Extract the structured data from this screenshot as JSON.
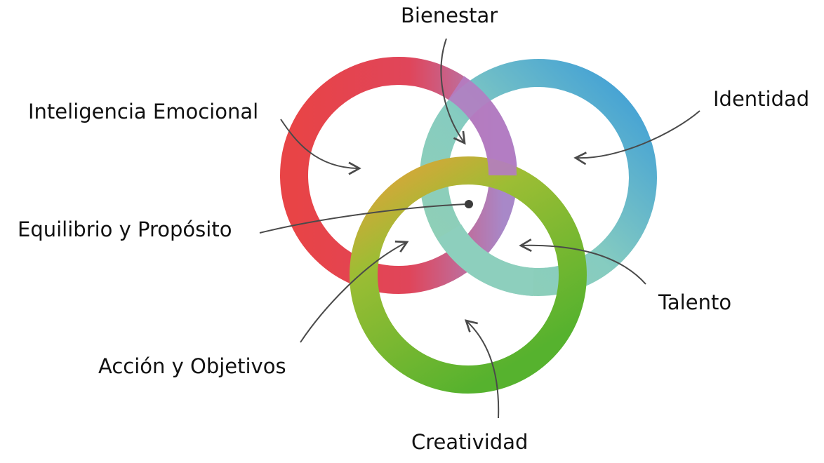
{
  "diagram": {
    "rings": [
      {
        "color_start": "#e84446",
        "color_end": "#b57fc4"
      },
      {
        "color_start": "#8fd0b6",
        "color_end": "#3c9fd6"
      },
      {
        "color_start": "#e2a83a",
        "color_end": "#5fb52e"
      }
    ],
    "labels": {
      "bienestar": "Bienestar",
      "identidad": "Identidad",
      "inteligencia_emocional": "Inteligencia Emocional",
      "equilibrio_proposito": "Equilibrio y Propósito",
      "talento": "Talento",
      "accion_objetivos": "Acción y Objetivos",
      "creatividad": "Creatividad"
    },
    "arrow_color": "#4a4a4a"
  }
}
